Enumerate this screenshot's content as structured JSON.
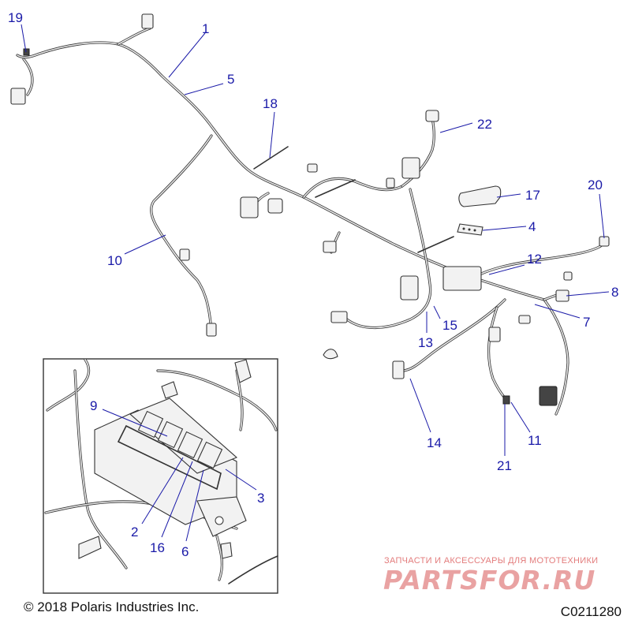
{
  "callouts": [
    "1",
    "2",
    "3",
    "4",
    "5",
    "6",
    "7",
    "8",
    "9",
    "10",
    "11",
    "12",
    "13",
    "14",
    "15",
    "16",
    "17",
    "18",
    "19",
    "20",
    "21",
    "22"
  ],
  "copyright": "© 2018 Polaris Industries Inc.",
  "diagram_code": "C0211280",
  "watermark": {
    "tagline": "ЗАПЧАСТИ И АКСЕССУАРЫ ДЛЯ МОТОТЕХНИКИ",
    "brand": "PARTSFOR.RU"
  }
}
